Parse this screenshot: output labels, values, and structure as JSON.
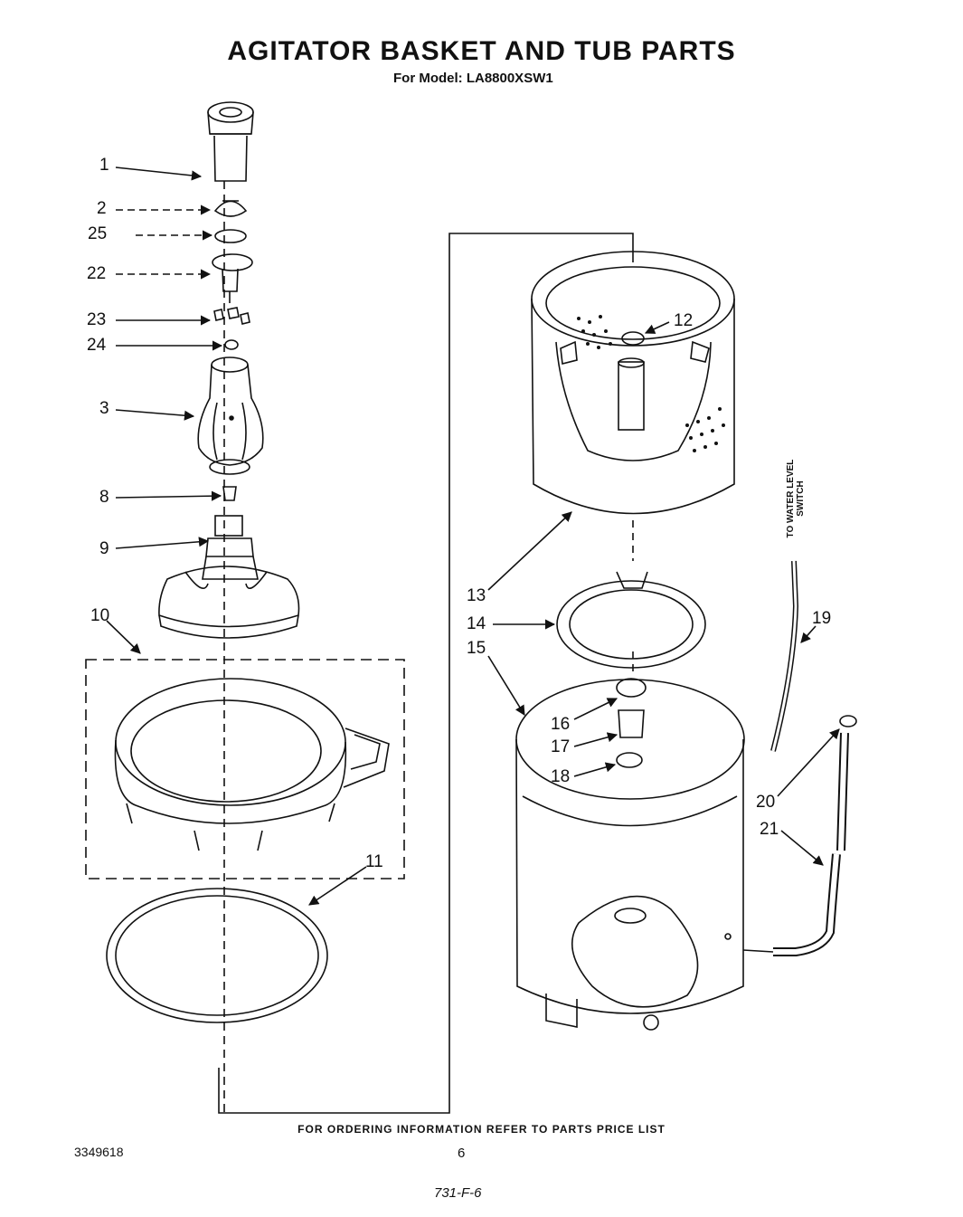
{
  "header": {
    "title": "AGITATOR  BASKET AND TUB PARTS",
    "subtitle": "For Model: LA8800XSW1"
  },
  "callouts": {
    "c1": "1",
    "c2": "2",
    "c25": "25",
    "c22": "22",
    "c23": "23",
    "c24": "24",
    "c3": "3",
    "c8": "8",
    "c9": "9",
    "c10": "10",
    "c11": "11",
    "c12": "12",
    "c13": "13",
    "c14": "14",
    "c15": "15",
    "c16": "16",
    "c17": "17",
    "c18": "18",
    "c19": "19",
    "c20": "20",
    "c21": "21"
  },
  "side_note": "TO WATER LEVEL SWITCH",
  "footer": {
    "ordering_note": "FOR ORDERING INFORMATION REFER TO PARTS PRICE LIST",
    "doc_number": "3349618",
    "page_number": "6",
    "handwritten": "731-F-6"
  }
}
